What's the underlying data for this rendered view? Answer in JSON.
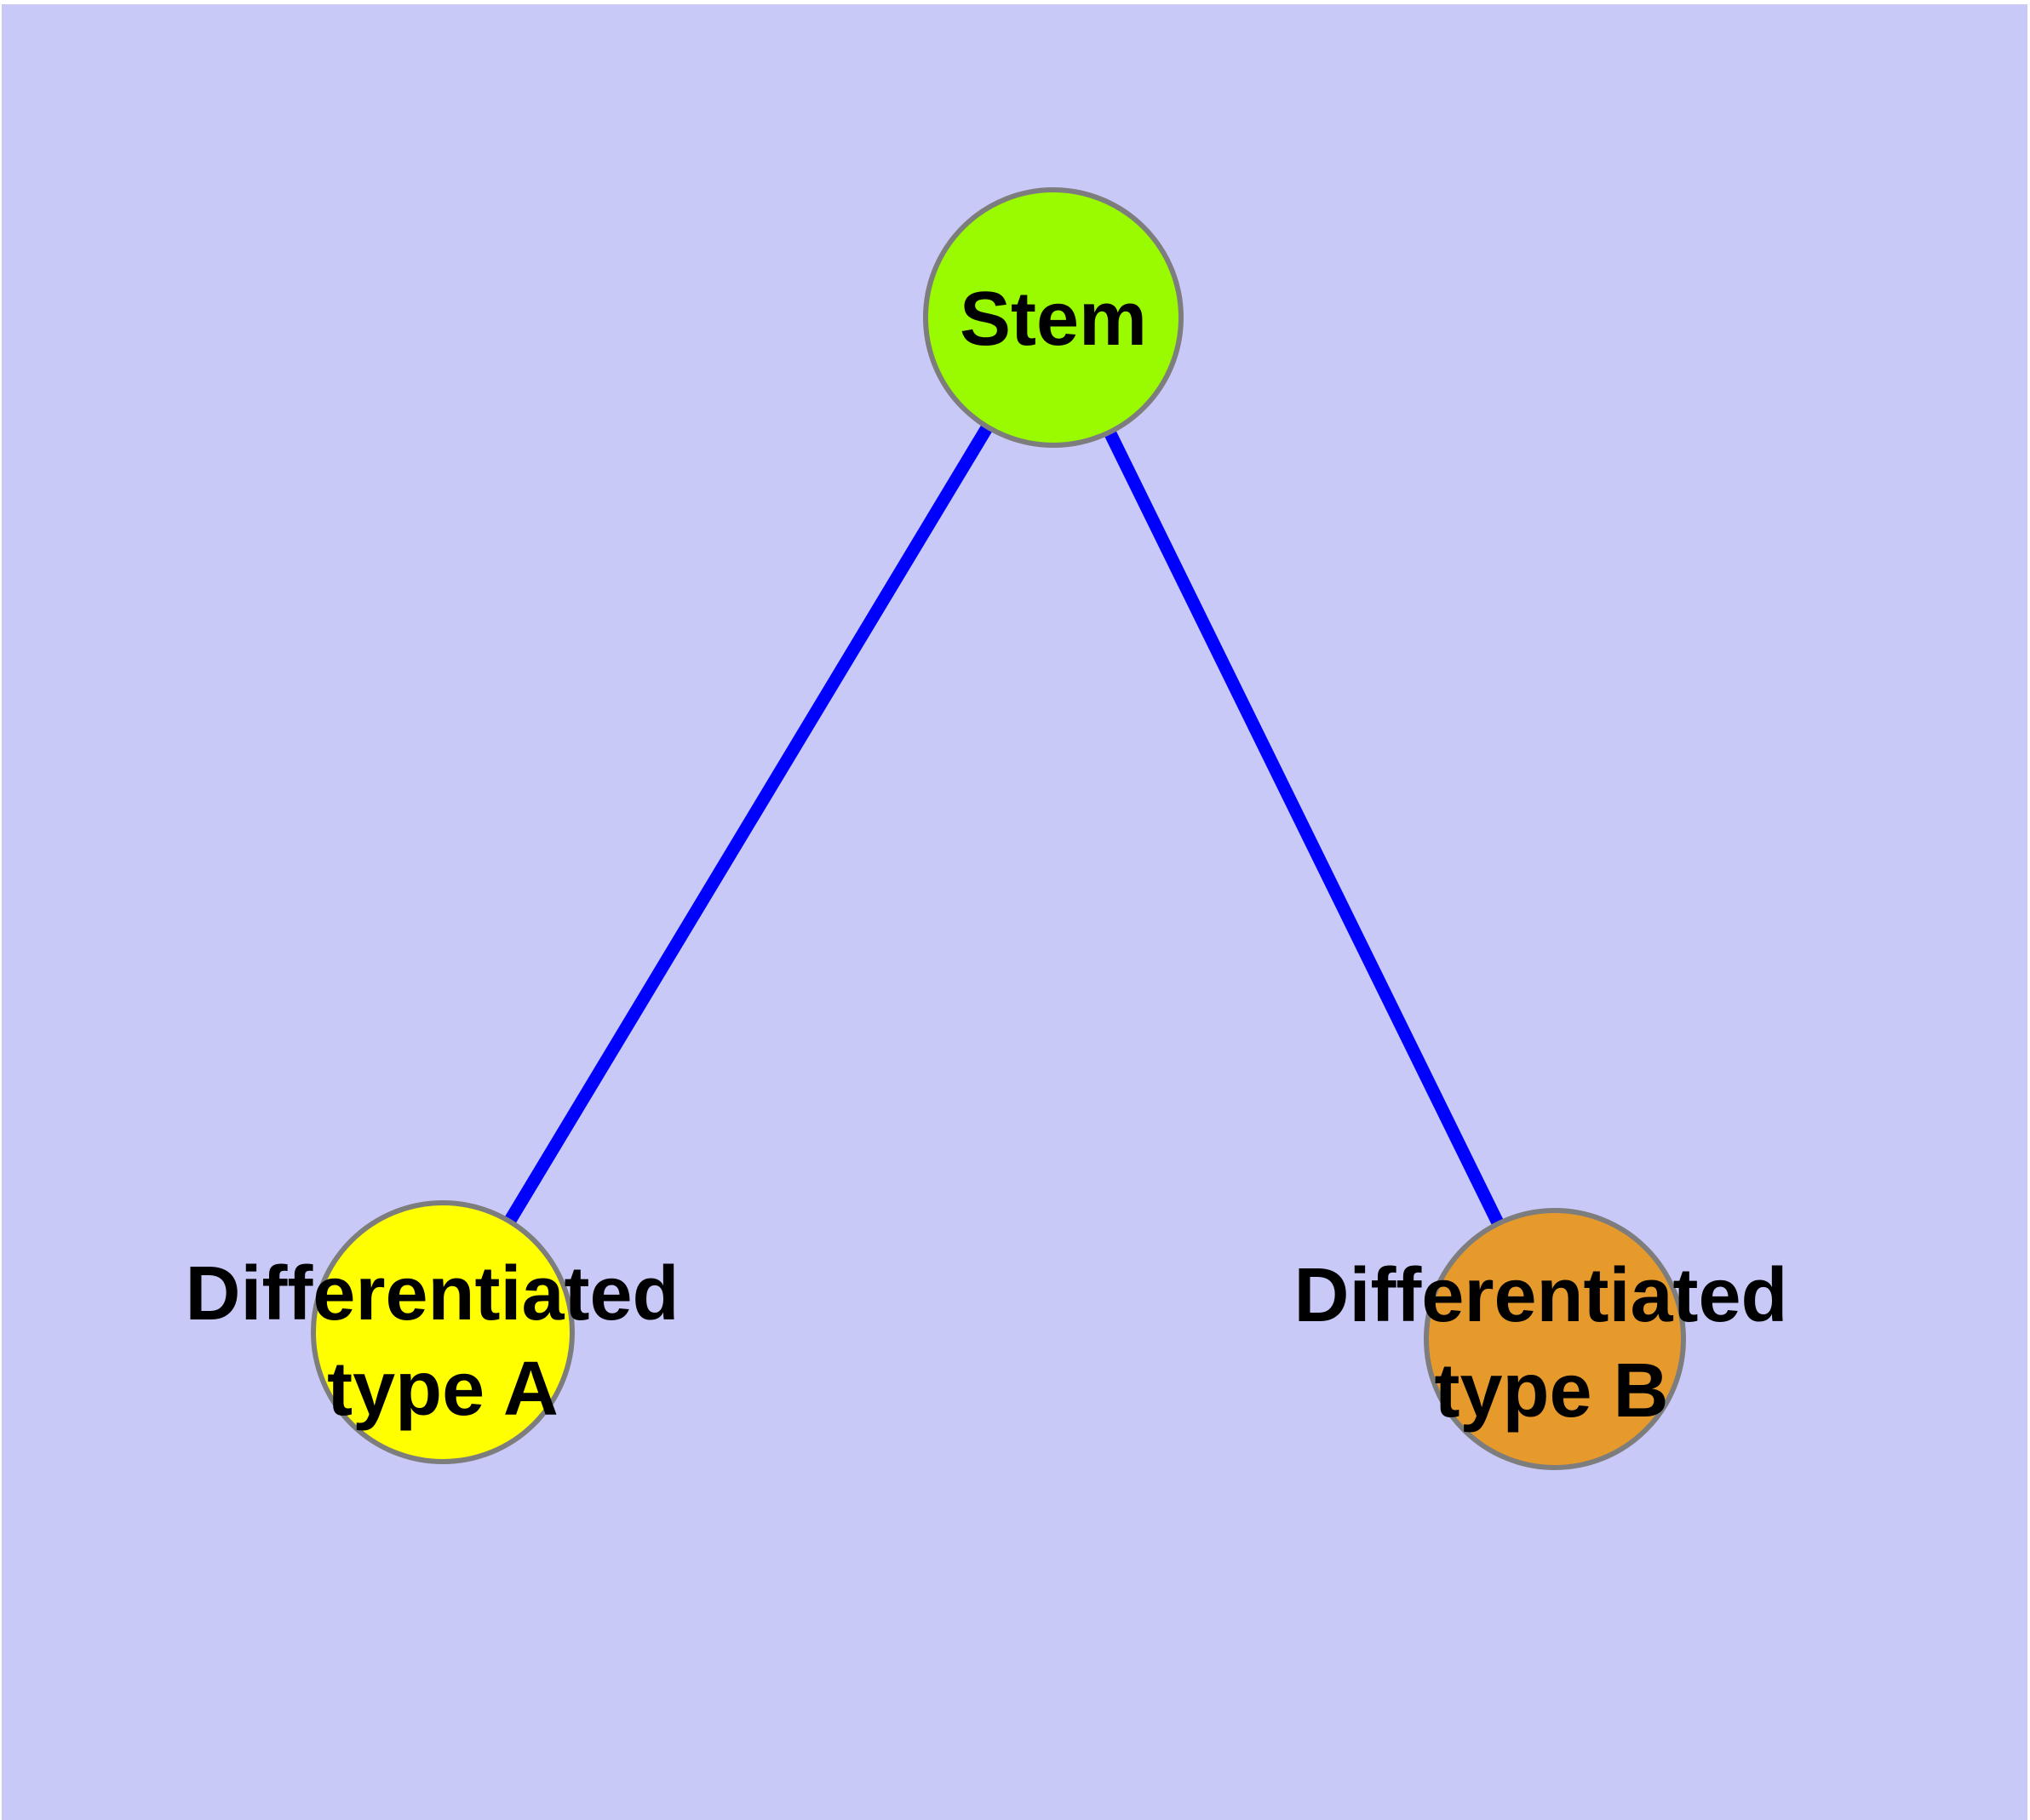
{
  "diagram": {
    "background_color": "#C9C9F7",
    "edge_color": "#0000FF",
    "node_border_color": "#7D7D7D",
    "label_color": "#000000",
    "nodes": [
      {
        "id": "stem",
        "label": "Stem",
        "fill": "#9AFA00"
      },
      {
        "id": "differentiated-type-a",
        "label": "Differentiated type A",
        "label_line1": "Differentiated",
        "label_line2": "type A",
        "fill": "#FFFF00"
      },
      {
        "id": "differentiated-type-b",
        "label": "Differentiated type B",
        "label_line1": "Differentiated",
        "label_line2": "type B",
        "fill": "#E69A2C"
      }
    ],
    "edges": [
      {
        "from": "stem",
        "to": "differentiated-type-a"
      },
      {
        "from": "stem",
        "to": "differentiated-type-b"
      }
    ]
  }
}
